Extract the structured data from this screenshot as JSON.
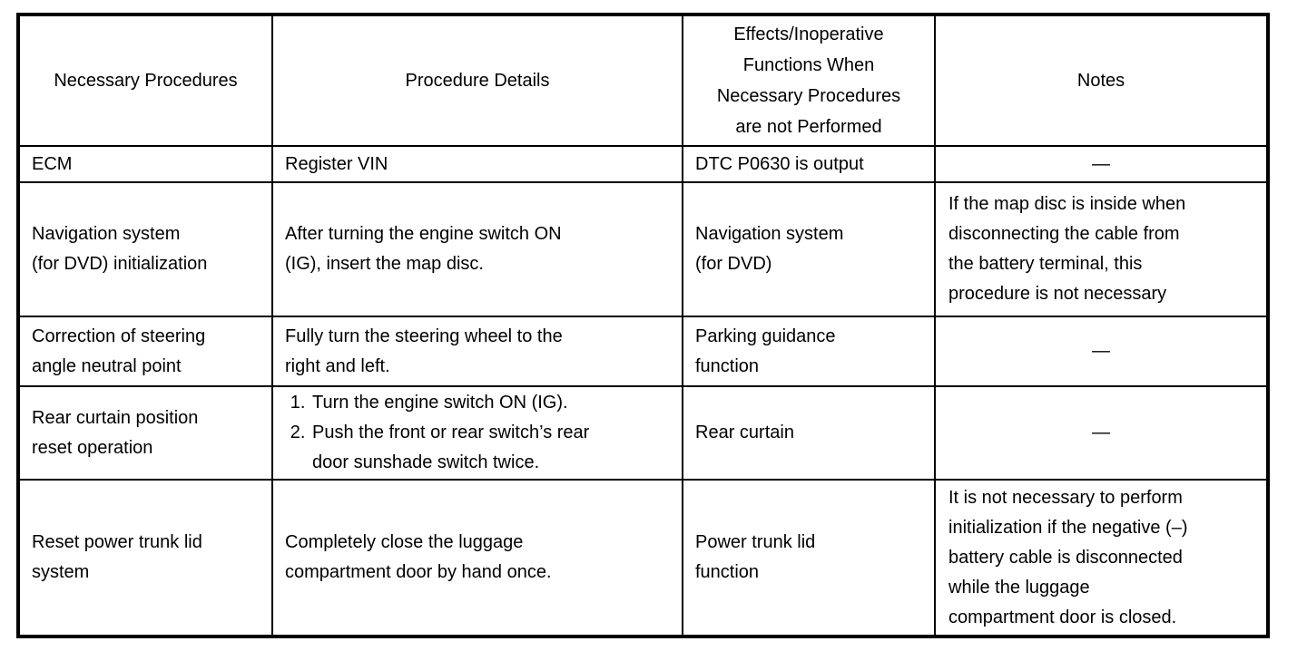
{
  "document": {
    "background_color": "#ffffff",
    "text_color": "#000000",
    "border_color": "#000000"
  },
  "table": {
    "headers": [
      "Necessary Procedures",
      "Procedure Details",
      "Effects/Inoperative Functions When Necessary Procedures are not Performed",
      "Notes"
    ],
    "rows": [
      {
        "procedure": "ECM",
        "details": "Register VIN",
        "effects": "DTC P0630 is output",
        "notes": "—"
      },
      {
        "procedure": "Navigation system (for DVD) initialization",
        "details": "After turning the engine switch ON (IG), insert the map disc.",
        "effects": "Navigation system (for DVD)",
        "notes": "If the map disc is inside when disconnecting the cable from the battery terminal, this procedure is not necessary"
      },
      {
        "procedure": "Correction of steering angle neutral point",
        "details": "Fully turn the steering wheel to the right and left.",
        "effects": "Parking guidance function",
        "notes": "—"
      },
      {
        "procedure": "Rear curtain position reset operation",
        "steps": [
          "Turn the engine switch ON (IG).",
          "Push the front or rear switch’s rear door sunshade switch twice."
        ],
        "effects": "Rear curtain",
        "notes": "—"
      },
      {
        "procedure": "Reset power trunk lid system",
        "details": "Completely close the luggage compartment door by hand once.",
        "effects": "Power trunk lid function",
        "notes": "It is not necessary to perform initialization if the negative (–) battery cable is disconnected while the luggage compartment door is closed."
      }
    ]
  }
}
